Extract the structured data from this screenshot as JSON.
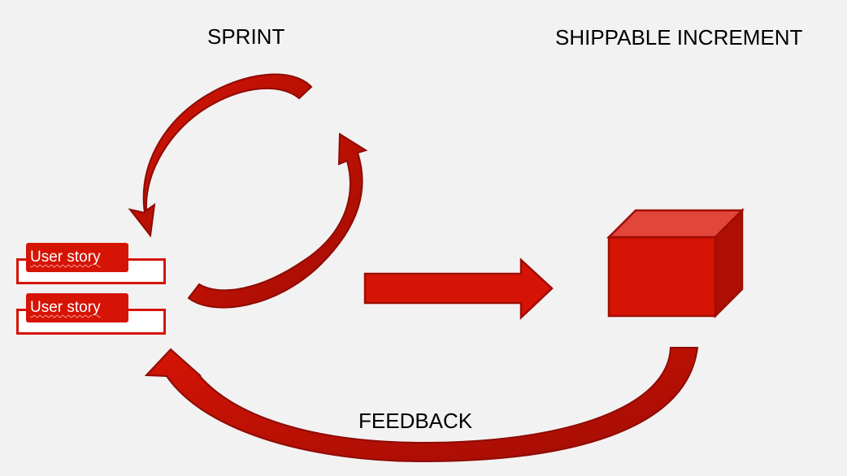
{
  "labels": {
    "sprint": "SPRINT",
    "shippable_increment": "SHIPPABLE INCREMENT",
    "feedback": "FEEDBACK"
  },
  "backlog": {
    "items": [
      {
        "label": "User story"
      },
      {
        "label": "User story"
      }
    ]
  },
  "colors": {
    "accent": "#d51405",
    "accent_dark": "#a80d05",
    "accent_light": "#e2463b",
    "background": "#f2f2f2"
  }
}
